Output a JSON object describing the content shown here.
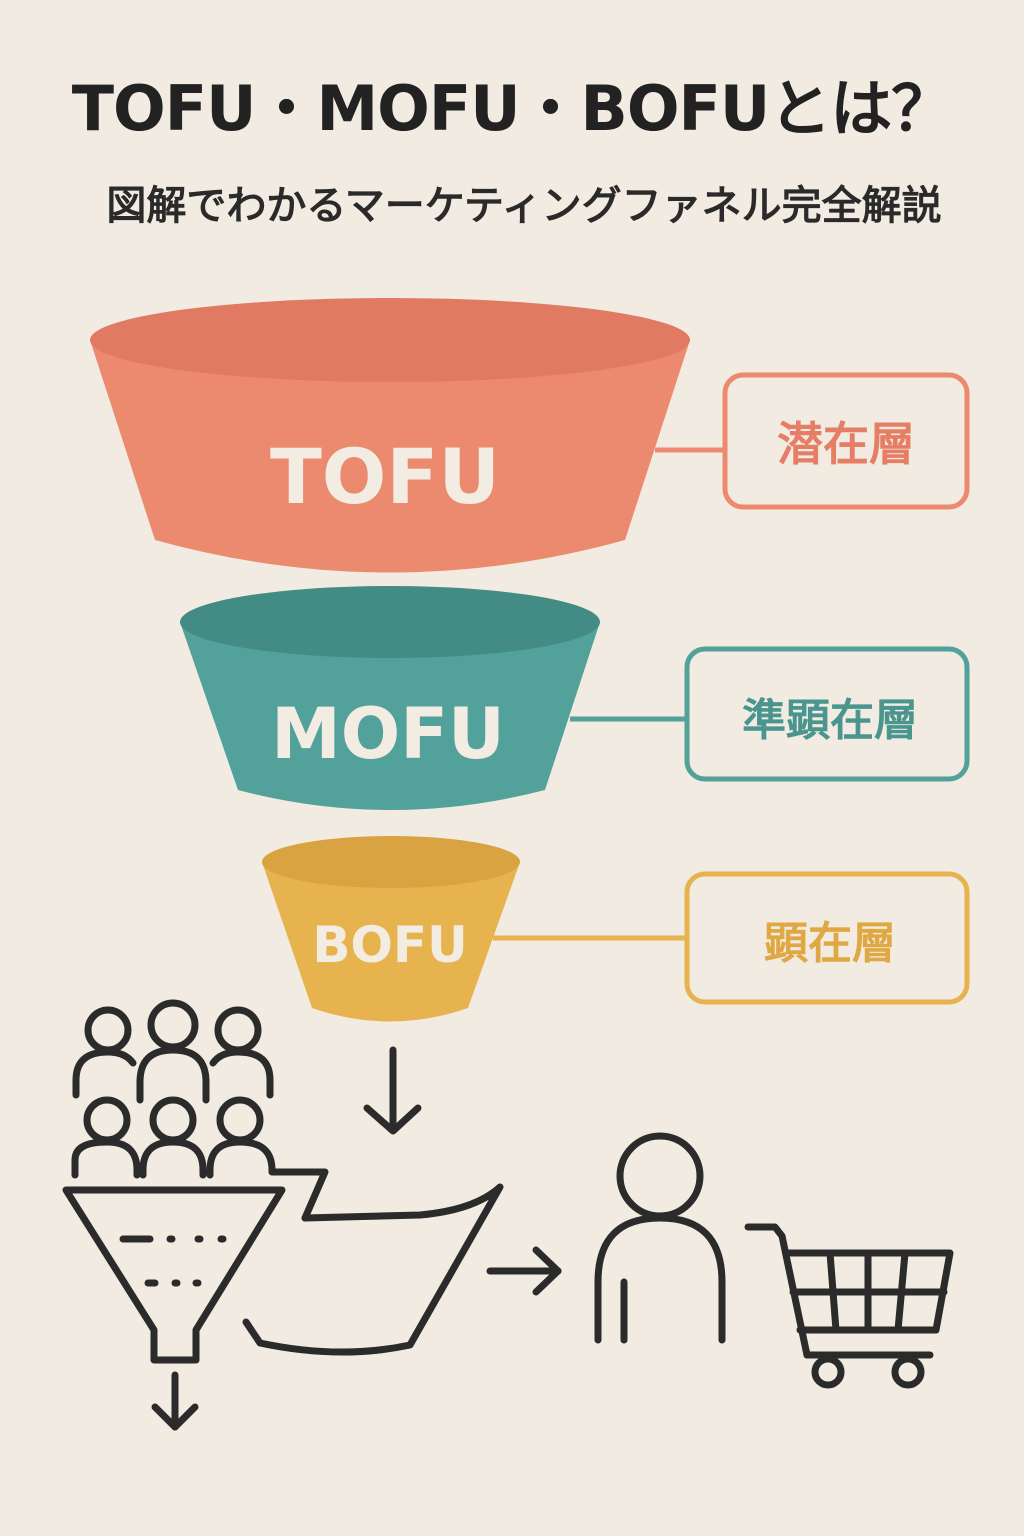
{
  "header": {
    "title": "TOFU・MOFU・BOFUとは？",
    "subtitle": "図解でわかるマーケティングファネル完全解説"
  },
  "funnel": {
    "stages": [
      {
        "label": "TOFU",
        "layer": "潜在層",
        "color": "#ec8a70",
        "top_color": "#e07a63"
      },
      {
        "label": "MOFU",
        "layer": "準顕在層",
        "color": "#52a19b",
        "top_color": "#438c86"
      },
      {
        "label": "BOFU",
        "layer": "顕在層",
        "color": "#e7b34e",
        "top_color": "#d9a341"
      }
    ]
  },
  "icons": [
    "people-group-icon",
    "filter-funnel-icon",
    "down-arrow-icon",
    "bowl-funnel-icon",
    "right-arrow-icon",
    "person-icon",
    "shopping-cart-icon"
  ],
  "colors": {
    "background": "#f1ebe2",
    "text": "#222222",
    "line_art": "#2b2b2b"
  }
}
